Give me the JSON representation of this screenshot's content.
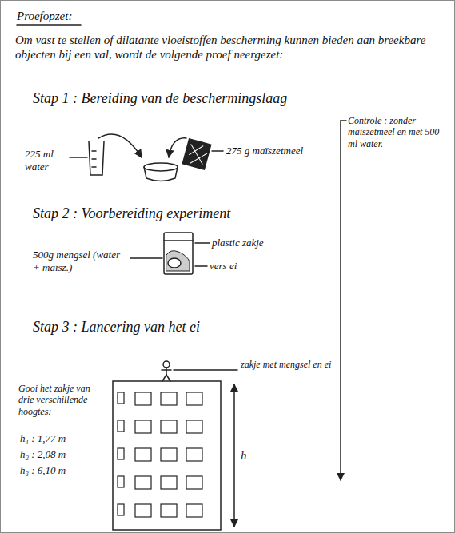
{
  "diagram": {
    "title": "Proefopzet:",
    "labels": [
      "Om vast te stellen of dilatante vloeistoffen bescherming kunnen bieden aan breekbare objecten bij een val, wordt de volgende proef neergezet:",
      "Stap 1 : Bereiding van de beschermingslaag",
      "225 ml water",
      "275 g maïszetmeel",
      "Controle : zonder maïszetmeel en met 500 ml water.",
      "Stap 2 : Voorbereiding experiment",
      "500g mengsel (water + maïsz.)",
      "plastic zakje",
      "vers ei",
      "Stap 3 : Lancering van het ei",
      "zakje met mengsel en ei",
      "Gooi het zakje van drie verschillende hoogtes:",
      "h₁ : 1,77 m",
      "h₂ : 2,08 m",
      "h₃ : 6,10 m",
      "h"
    ]
  }
}
